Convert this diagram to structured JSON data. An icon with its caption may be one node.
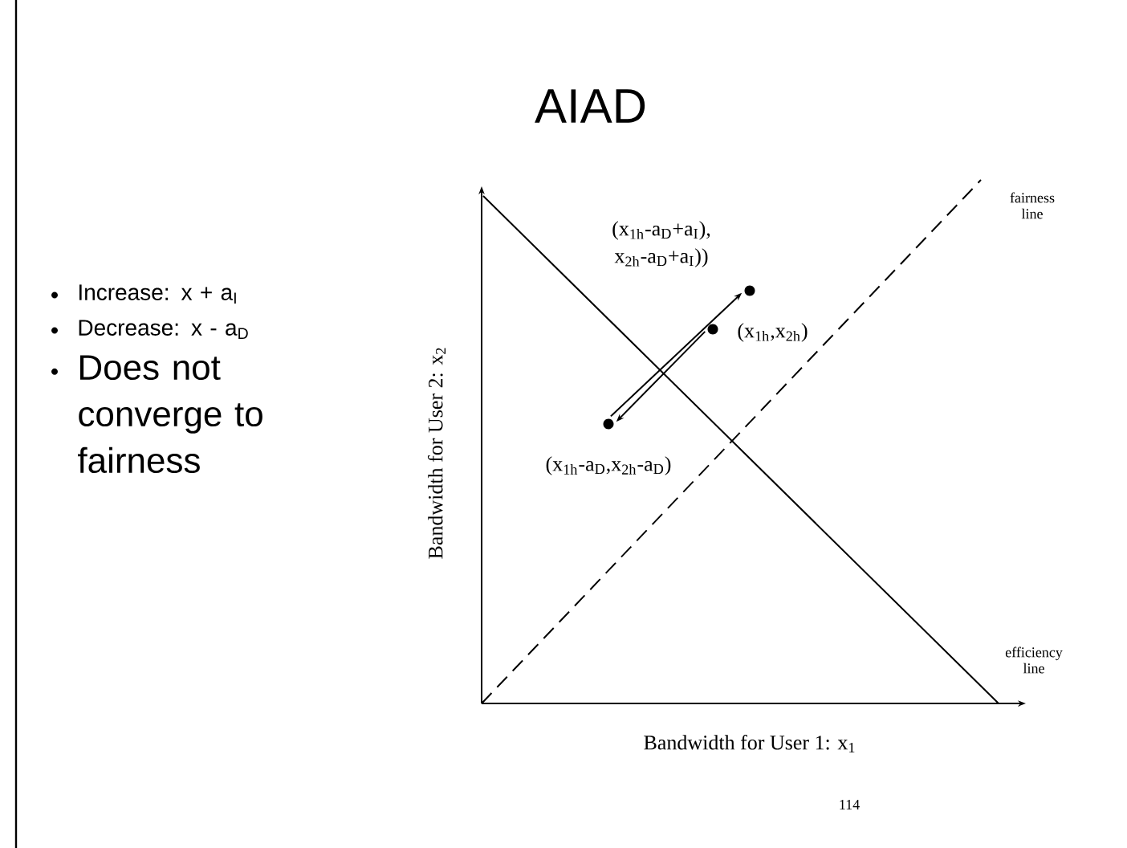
{
  "diagram": {
    "title": "AIAD",
    "nodes": [
      {
        "text": [],
        "shape": "circle",
        "beside": [
          "(x$_{1h}$-a$_{D}$+a$_{I}$), x$_{2h}$-a$_{D}$+a$_{I}$))"
        ]
      },
      {
        "text": [],
        "shape": "circle",
        "beside": [
          "(x$_{1h}$,x$_{2h}$)"
        ]
      },
      {
        "text": [],
        "shape": "circle",
        "beside": [
          "(x$_{1h}$-a$_{D}$,x$_{2h}$-a$_{D}$)"
        ]
      }
    ],
    "edges": [
      {
        "from": 2,
        "to": 0,
        "arrow": "to"
      },
      {
        "from": 1,
        "to": 2,
        "arrow": "to"
      }
    ],
    "labels": [
      "Increase: x + a$_{I}$",
      "Decrease: x - a$_{D}$",
      "Does not converge to fairness",
      "Bandwidth for User 2: x$_{2}$",
      "fairness line",
      "efficiency line",
      "Bandwidth for User 1: x$_{1}$",
      "114"
    ]
  }
}
